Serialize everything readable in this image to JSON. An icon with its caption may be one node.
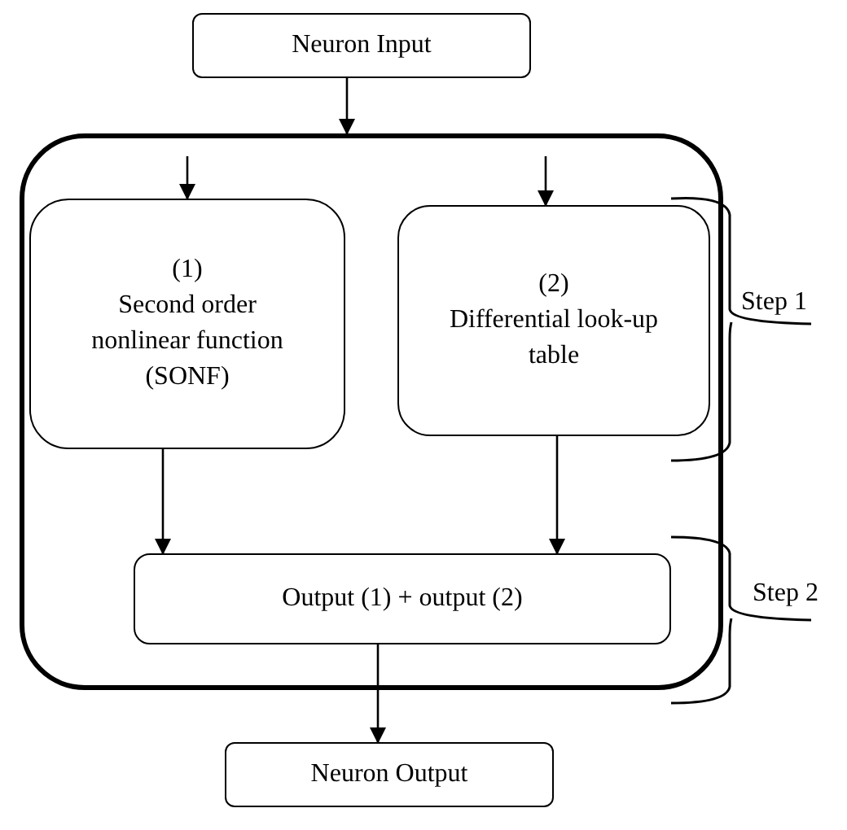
{
  "diagram": {
    "nodes": [
      {
        "text": [
          "Neuron Input"
        ]
      },
      {
        "text": [],
        "shape": "box"
      },
      {
        "text": [
          "(1)",
          "Second order nonlinear function (SONF)"
        ],
        "in": 1
      },
      {
        "text": [
          "(2)",
          "Differential look-up table"
        ],
        "in": 1
      },
      {
        "text": [
          "Output (1) + output (2)"
        ],
        "in": 1
      },
      {
        "text": [
          "Neuron Output"
        ]
      }
    ],
    "edges": [
      {
        "from": 0,
        "to": 1,
        "arrow": "to"
      },
      {
        "from": null,
        "to": 2,
        "arrow": "to"
      },
      {
        "from": null,
        "to": 3,
        "arrow": "to"
      },
      {
        "from": 2,
        "to": 4,
        "arrow": "to"
      },
      {
        "from": 3,
        "to": 4,
        "arrow": "to"
      },
      {
        "from": 4,
        "to": 5,
        "arrow": "to"
      }
    ],
    "labels": [
      "Step 1",
      "Step 2"
    ]
  }
}
